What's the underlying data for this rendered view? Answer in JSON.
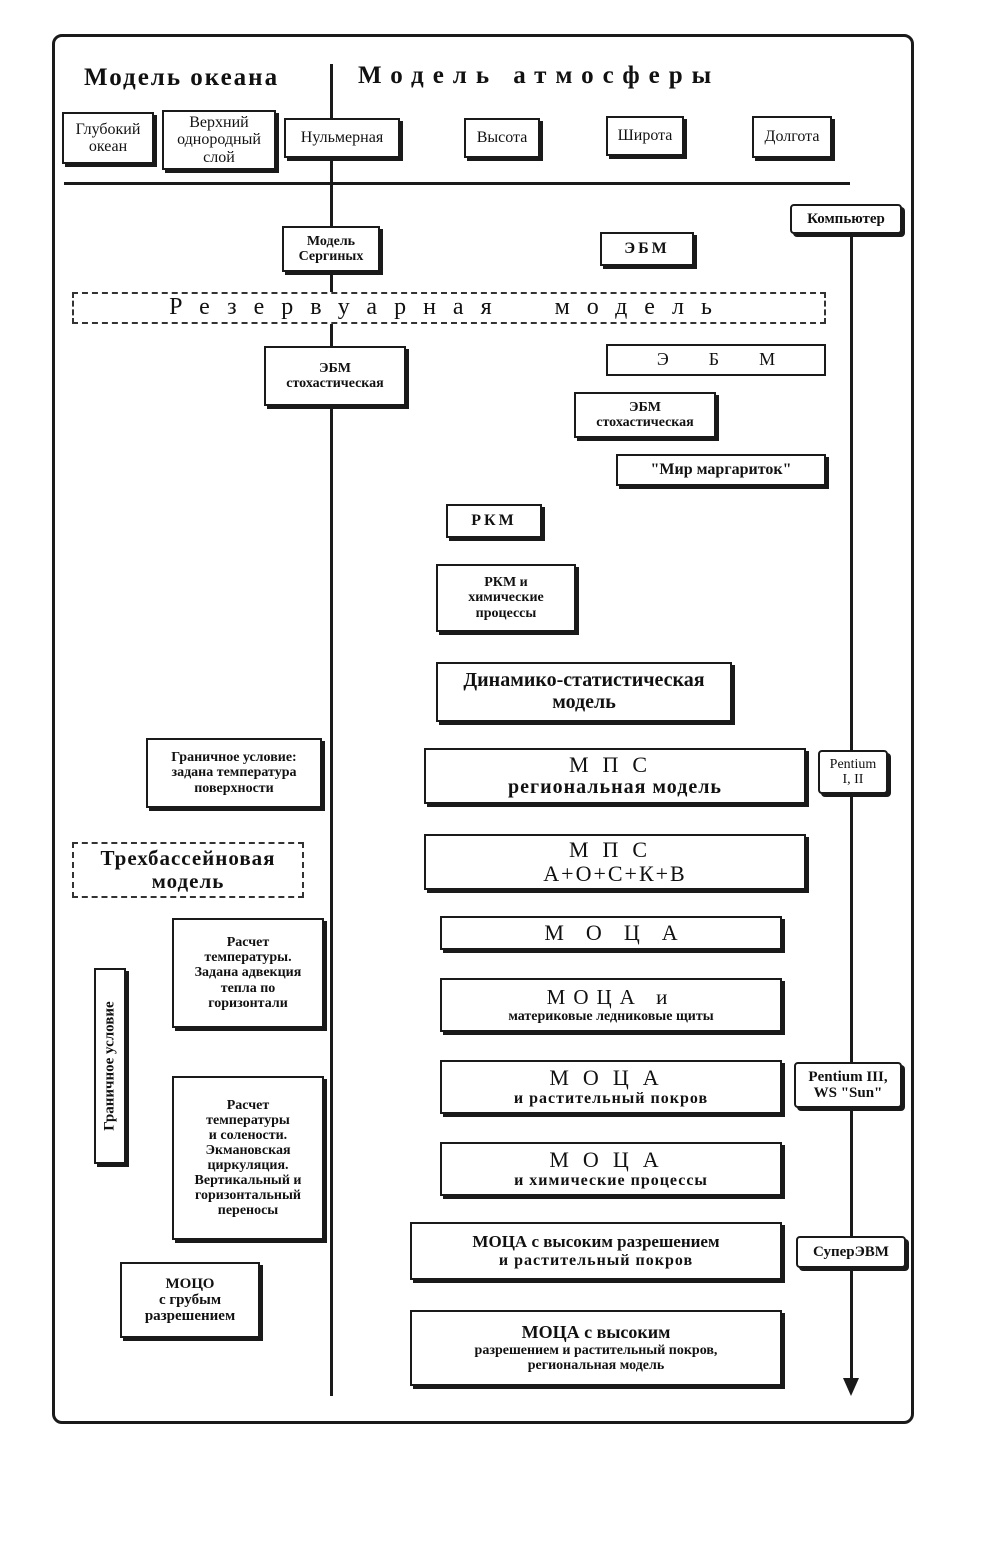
{
  "headers": {
    "ocean": "Модель океана",
    "atmosphere": "Модель атмосферы"
  },
  "top_row": {
    "deep_ocean": "Глубокий\nокеан",
    "upper_layer": "Верхний\nоднородный\nслой",
    "zero_dim": "Нульмерная",
    "height": "Высота",
    "latitude": "Широта",
    "longitude": "Долгота"
  },
  "computer": {
    "label": "Компьютер",
    "pentium12": "Pentium\nI, II",
    "pentium3": "Pentium III,\nWS \"Sun\"",
    "supercomputer": "СуперЭВМ"
  },
  "boxes": {
    "sergin": "Модель\nСергиных",
    "ebm_top": "ЭБМ",
    "reservoir": "Резервуарная  модель",
    "ebm_stoch_ocean": "ЭБМ\nстохастическая",
    "ebm_wide": "ЭБМ",
    "ebm_stoch_atm": "ЭБМ\nстохастическая",
    "daisyworld": "\"Мир маргариток\"",
    "rkm": "РКМ",
    "rkm_chem": "РКМ и\nхимические\nпроцессы",
    "dyn_stat": "Динамико-статистическая\nмодель",
    "boundary_temp": "Граничное условие:\nзадана температура\nповерхности",
    "mps_regional_1": "МПС",
    "mps_regional_2": "региональная модель",
    "three_basin": "Трехбассейновая\nмодель",
    "mps_full_1": "МПС",
    "mps_full_2": "А+О+С+К+В",
    "mocа": "МОЦА",
    "temp_calc": "Расчет\nтемпературы.\nЗадана адвекция\nтепла по\nгоризонтали",
    "mocа_glacier_1": "МОЦА и",
    "mocа_glacier_2": "материковые ледниковые щиты",
    "boundary_vertical": "Граничное условие",
    "mocа_veg_1": "МОЦА",
    "mocа_veg_2": "и растительный покров",
    "temp_salinity": "Расчет\nтемпературы\nи солености.\nЭкмановская\nциркуляция.\nВертикальный и\nгоризонтальный\nпереносы",
    "mocа_chem_1": "МОЦА",
    "mocа_chem_2": "и химические процессы",
    "mocа_hires_1": "МОЦА с высоким разрешением",
    "mocа_hires_2": "и растительный покров",
    "moco_coarse": "МОЦО\nс грубым\nразрешением",
    "mocа_hires_reg_1": "МОЦА с высоким",
    "mocа_hires_reg_2": "разрешением и растительный покров,\nрегиональная модель"
  }
}
